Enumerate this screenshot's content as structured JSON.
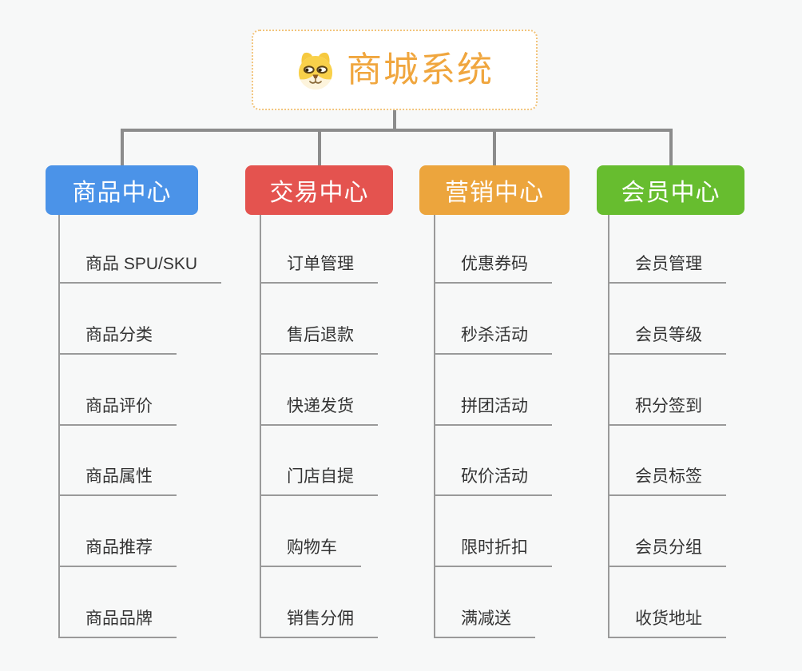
{
  "root": {
    "title": "商城系统",
    "icon": "dog-face-icon",
    "title_color": "#F0A63E",
    "border_color": "#F2C47C"
  },
  "branches": [
    {
      "label": "商品中心",
      "color": "#4B93E8",
      "children": [
        "商品 SPU/SKU",
        "商品分类",
        "商品评价",
        "商品属性",
        "商品推荐",
        "商品品牌"
      ]
    },
    {
      "label": "交易中心",
      "color": "#E4534F",
      "children": [
        "订单管理",
        "售后退款",
        "快递发货",
        "门店自提",
        "购物车",
        "销售分佣"
      ]
    },
    {
      "label": "营销中心",
      "color": "#ECA53D",
      "children": [
        "优惠券码",
        "秒杀活动",
        "拼团活动",
        "砍价活动",
        "限时折扣",
        "满减送"
      ]
    },
    {
      "label": "会员中心",
      "color": "#67BD2F",
      "children": [
        "会员管理",
        "会员等级",
        "积分签到",
        "会员标签",
        "会员分组",
        "收货地址"
      ]
    }
  ],
  "colors": {
    "background": "#f7f8f8",
    "connector": "#8c8c8c",
    "leaf_line": "#9a9a9a",
    "leaf_text": "#333333"
  }
}
